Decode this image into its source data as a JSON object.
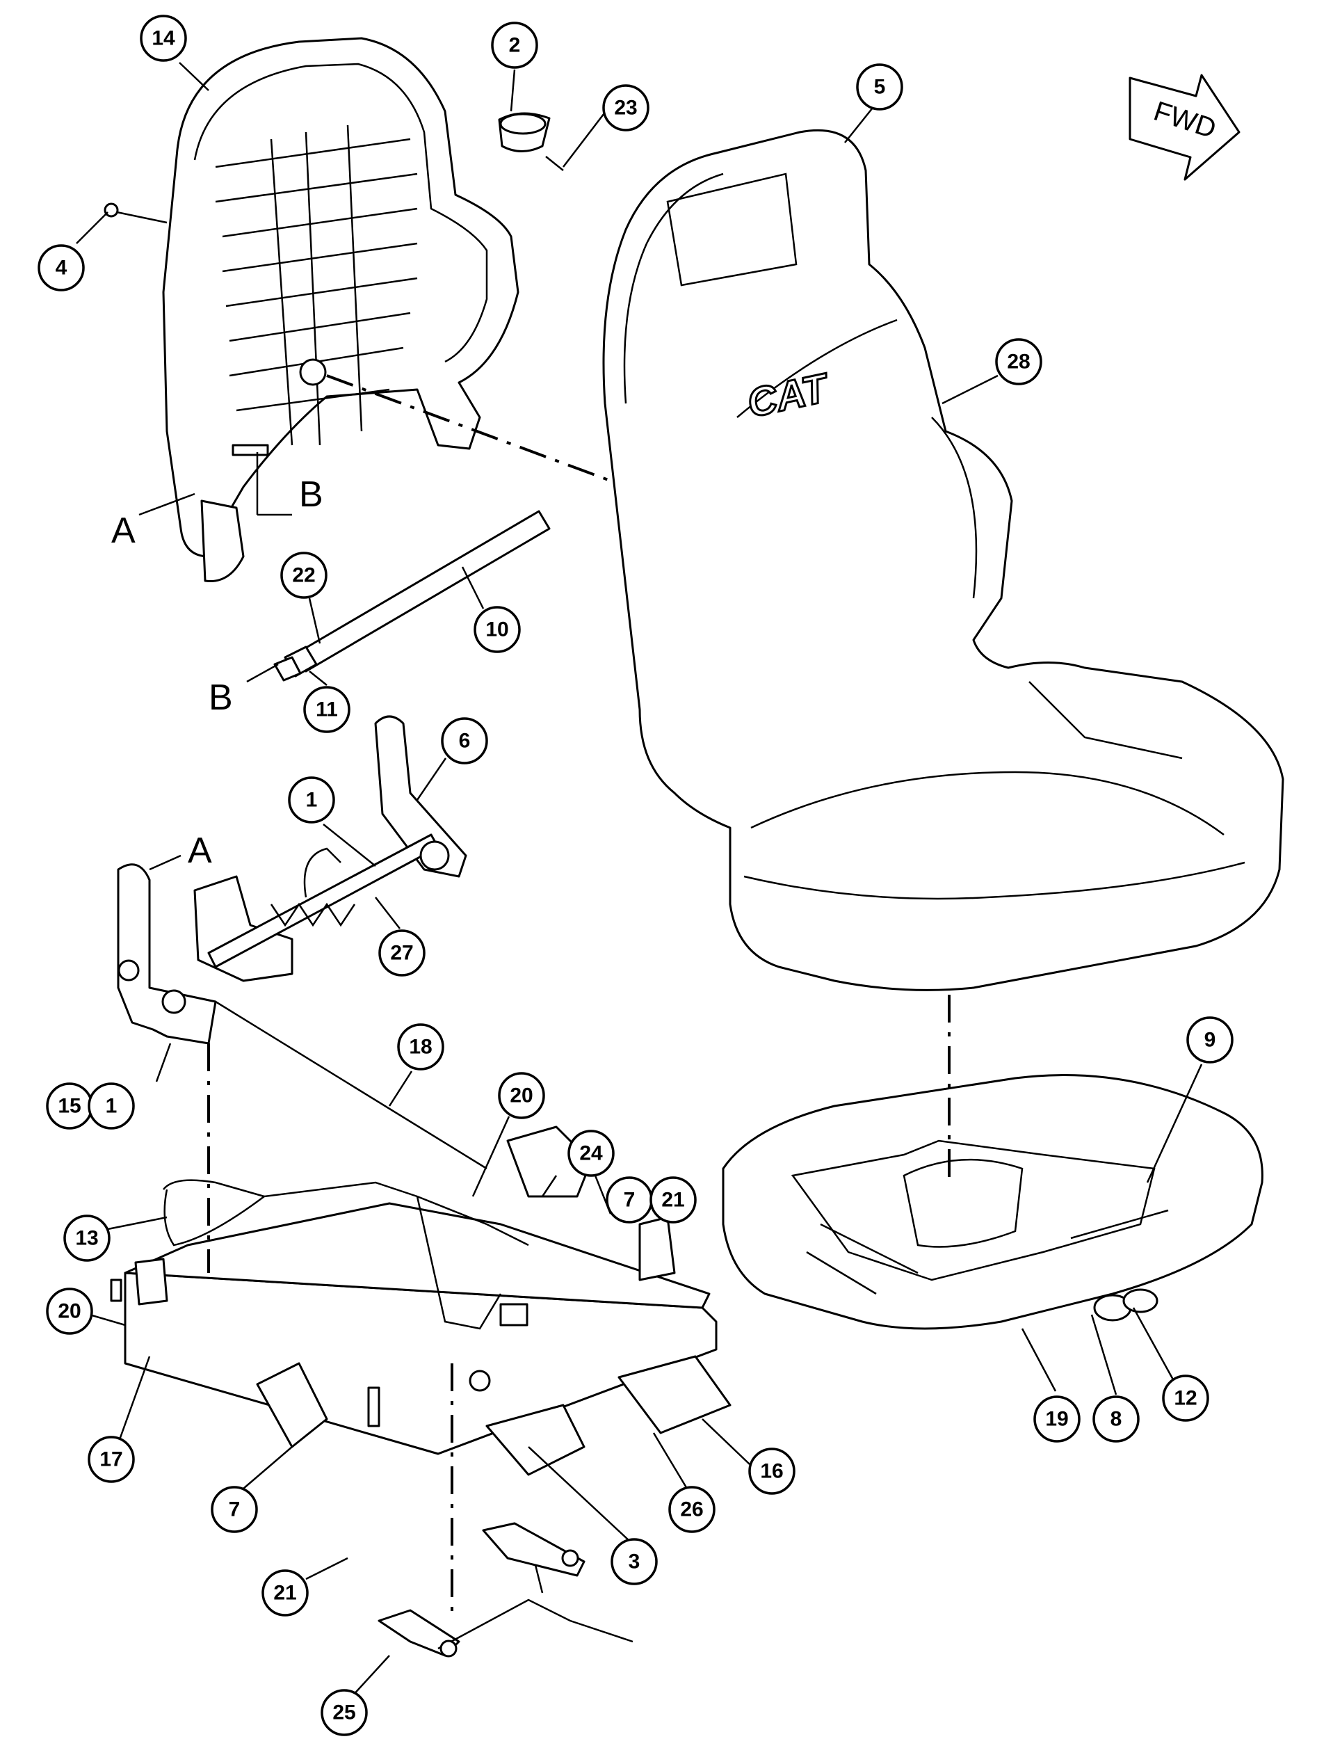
{
  "fwd_label": "FWD",
  "brand_mark": "CAT",
  "reference_letters": [
    "A",
    "B",
    "B",
    "A"
  ],
  "callouts": [
    "14",
    "2",
    "23",
    "5",
    "4",
    "28",
    "22",
    "10",
    "11",
    "6",
    "1",
    "27",
    "15",
    "1",
    "18",
    "20",
    "24",
    "9",
    "13",
    "7",
    "21",
    "20",
    "17",
    "7",
    "3",
    "26",
    "16",
    "21",
    "25",
    "19",
    "8",
    "12"
  ]
}
